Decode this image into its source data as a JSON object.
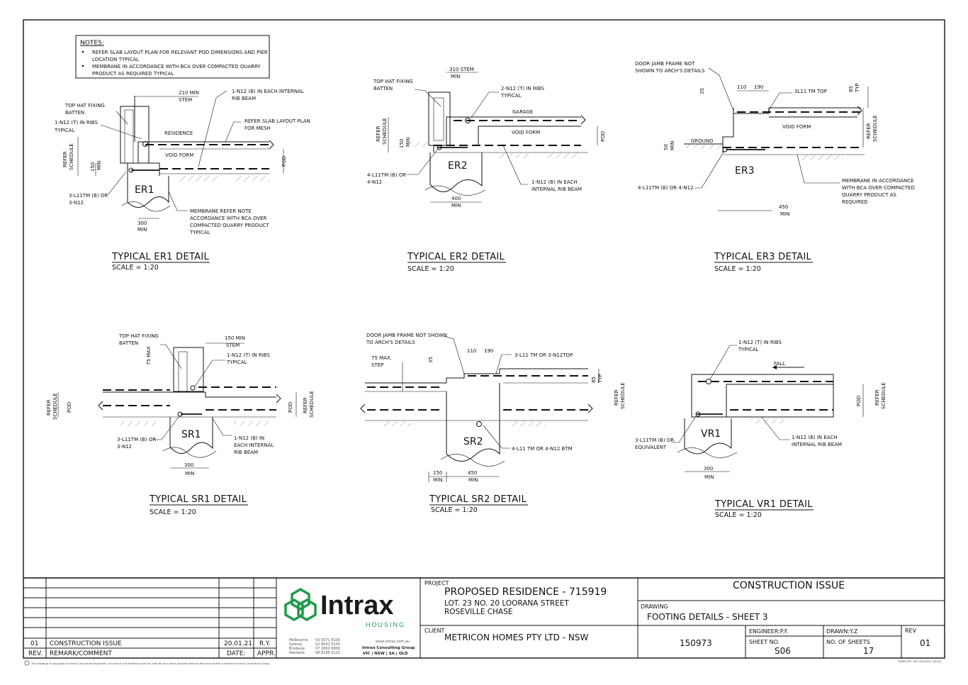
{
  "notes": {
    "title": "NOTES:",
    "items": [
      "REFER SLAB LAYOUT PLAN FOR RELEVANT POD DIMENSIONS AND PIER",
      "LOCATION TYPICAL",
      "MEMBRANE IN ACCORDANCE WITH BCA OVER COMPACTED QUARRY",
      "PRODUCT AS REQUIRED TYPICAL"
    ]
  },
  "details": {
    "er1": {
      "title": "TYPICAL ER1 DETAIL",
      "scale": "SCALE = 1:20",
      "tag": "ER1",
      "labels": {
        "hat1": "TOP HAT FIXING",
        "hat2": "BATTEN",
        "n12a": "1-N12 (T) IN RIBS",
        "n12b": "TYPICAL",
        "stem1": "210 MIN",
        "stem2": "STEM",
        "rib1": "1-N12 (B) IN EACH INTERNAL",
        "rib2": "RIB BEAM",
        "slab1": "REFER SLAB LAYOUT PLAN",
        "slab2": "FOR MESH",
        "residence": "RESIDENCE",
        "void": "VOID FORM",
        "refer1": "REFER",
        "refer2": "SCHEDULE",
        "d150": "150",
        "dmin": "MIN",
        "pod": "POD",
        "bars1": "3-L11TM (B) OR",
        "bars2": "3-N12",
        "mem1": "MEMBRANE REFER NOTE",
        "mem2": "ACCORDANCE WITH BCA OVER",
        "mem3": "COMPACTED QUARRY PRODUCT",
        "mem4": "TYPICAL",
        "w300": "300",
        "wmin": "MIN"
      }
    },
    "er2": {
      "title": "TYPICAL ER2 DETAIL",
      "scale": "SCALE = 1:20",
      "tag": "ER2",
      "labels": {
        "stem1": "310 STEM",
        "stem2": "MIN",
        "hat1": "TOP HAT FIXING",
        "hat2": "BATTEN",
        "n12a": "2-N12 (T) IN RIBS",
        "n12b": "TYPICAL",
        "garage": "GARAGE",
        "void": "VOID FORM",
        "refer1": "REFER",
        "refer2": "SCHEDULE",
        "d150": "150",
        "dmin": "MIN",
        "pod": "POD",
        "bars1": "4-L11TM (B) OR",
        "bars2": "4-N12",
        "rib1": "1-N12 (B) IN EACH",
        "rib2": "INTERNAL RIB BEAM",
        "w400": "400",
        "wmin": "MIN"
      }
    },
    "er3": {
      "title": "TYPICAL ER3 DETAIL",
      "scale": "SCALE = 1:20",
      "tag": "ER3",
      "labels": {
        "door1": "DOOR JAMB FRAME NOT",
        "door2": "SHOWN TO ARCH'S DETAILS",
        "d110": "110",
        "d190": "190",
        "d35": "35",
        "top": "3L11 TM TOP",
        "d85": "85",
        "typ": "TYP",
        "ground": "GROUND",
        "void": "VOID FORM",
        "d50": "50",
        "dmin": "MIN",
        "refer1": "REFER",
        "refer2": "SCHEDULE",
        "bars": "4-L11TM (B) OR 4-N12",
        "mem1": "MEMBRANE IN ACCORDANCE",
        "mem2": "WITH BCA OVER COMPACTED",
        "mem3": "QUARRY PRODUCT AS",
        "mem4": "REQUIRED",
        "w450": "450",
        "wmin": "MIN"
      }
    },
    "sr1": {
      "title": "TYPICAL SR1 DETAIL",
      "scale": "SCALE = 1:20",
      "tag": "SR1",
      "labels": {
        "hat1": "TOP HAT FIXING",
        "hat2": "BATTEN",
        "max": "75 MAX",
        "stem1": "150 MIN",
        "stem2": "STEM",
        "n12a": "1-N12 (T) IN RIBS",
        "n12b": "TYPICAL",
        "refer1": "REFER",
        "refer2": "SCHEDULE",
        "pod": "POD",
        "bars1": "3-L11TM (B) OR",
        "bars2": "3-N12",
        "rib1": "1-N12 (B) IN",
        "rib2": "EACH INTERNAL",
        "rib3": "RIB BEAM",
        "w300": "300",
        "wmin": "MIN"
      }
    },
    "sr2": {
      "title": "TYPICAL SR2 DETAIL",
      "scale": "SCALE = 1:20",
      "tag": "SR2",
      "labels": {
        "door1": "DOOR JAMB FRAME NOT SHOWN",
        "door2": "TO ARCH'S DETAILS",
        "d110": "110",
        "d190": "190",
        "top": "3-L11 TM OR 3-N12TOP",
        "max1": "75 MAX.",
        "max2": "STEP",
        "d35": "35",
        "d85": "85",
        "typ": "TYP",
        "refer1": "REFER",
        "refer2": "SCHEDULE",
        "btm": "4-L11 TM OR 4-N12 BTM",
        "w150": "150",
        "w450": "450",
        "wmin": "MIN.",
        "wmin2": "MIN."
      }
    },
    "vr1": {
      "title": "TYPICAL VR1 DETAIL",
      "scale": "SCALE = 1:20",
      "tag": "VR1",
      "labels": {
        "n12a": "1-N12 (T) IN RIBS",
        "n12b": "TYPICAL",
        "fall": "FALL",
        "pod": "POD",
        "refer1": "REFER",
        "refer2": "SCHEDULE",
        "bars1": "3-L11TM (B) OR",
        "bars2": "EQUIVALENT",
        "rib1": "1-N12 (B) IN EACH",
        "rib2": "INTERNAL RIB BEAM",
        "w300": "300",
        "wmin": "MIN"
      }
    }
  },
  "revisions": {
    "rows": [
      {
        "rev": "01",
        "remark": "CONSTRUCTION ISSUE",
        "date": "20.01.21",
        "appr": "R.Y."
      }
    ],
    "header": {
      "rev": "REV.",
      "remark": "REMARK/COMMENT",
      "date": "DATE:",
      "appr": "APPR."
    }
  },
  "logo": {
    "name": "Intrax",
    "sub": "HOUSING",
    "cities": [
      "Melbourne",
      "Sydney",
      "Brisbane",
      "Adelaide"
    ],
    "phones": [
      "03 9371 8100",
      "02 8041 5100",
      "07 3062 6800",
      "08 8186 0122"
    ],
    "web": "www.intrax.com.au",
    "group": "Intrax Consulting Group",
    "states": "VIC | NSW | SA | QLD"
  },
  "project": {
    "label": "PROJECT",
    "name": "PROPOSED RESIDENCE - 715919",
    "addr1": "LOT. 23 NO. 20 LOORANA STREET",
    "addr2": "ROSEVILLE CHASE",
    "client_label": "CLIENT",
    "client": "METRICON HOMES PTY LTD - NSW"
  },
  "drawing": {
    "status": "CONSTRUCTION ISSUE",
    "label": "DRAWING",
    "title": "FOOTING DETAILS - SHEET 3",
    "job": "150973",
    "engineer": "ENGINEER:P.F.",
    "drawn": "DRAWN:Y.Z",
    "rev_label": "REV",
    "rev": "01",
    "sheet_label": "SHEET NO.",
    "sheet": "S06",
    "nsheets_label": "NO. OF SHEETS",
    "nsheets": "17"
  },
  "footer": {
    "copyright": "This drawing is copyright to Intrax Consulting Engineers, no part of this drawing shall be used for any other purpose without the prior written consent of Intrax Consulting Group.",
    "template": "TEMPLATE: SH 10020421 A0100"
  }
}
